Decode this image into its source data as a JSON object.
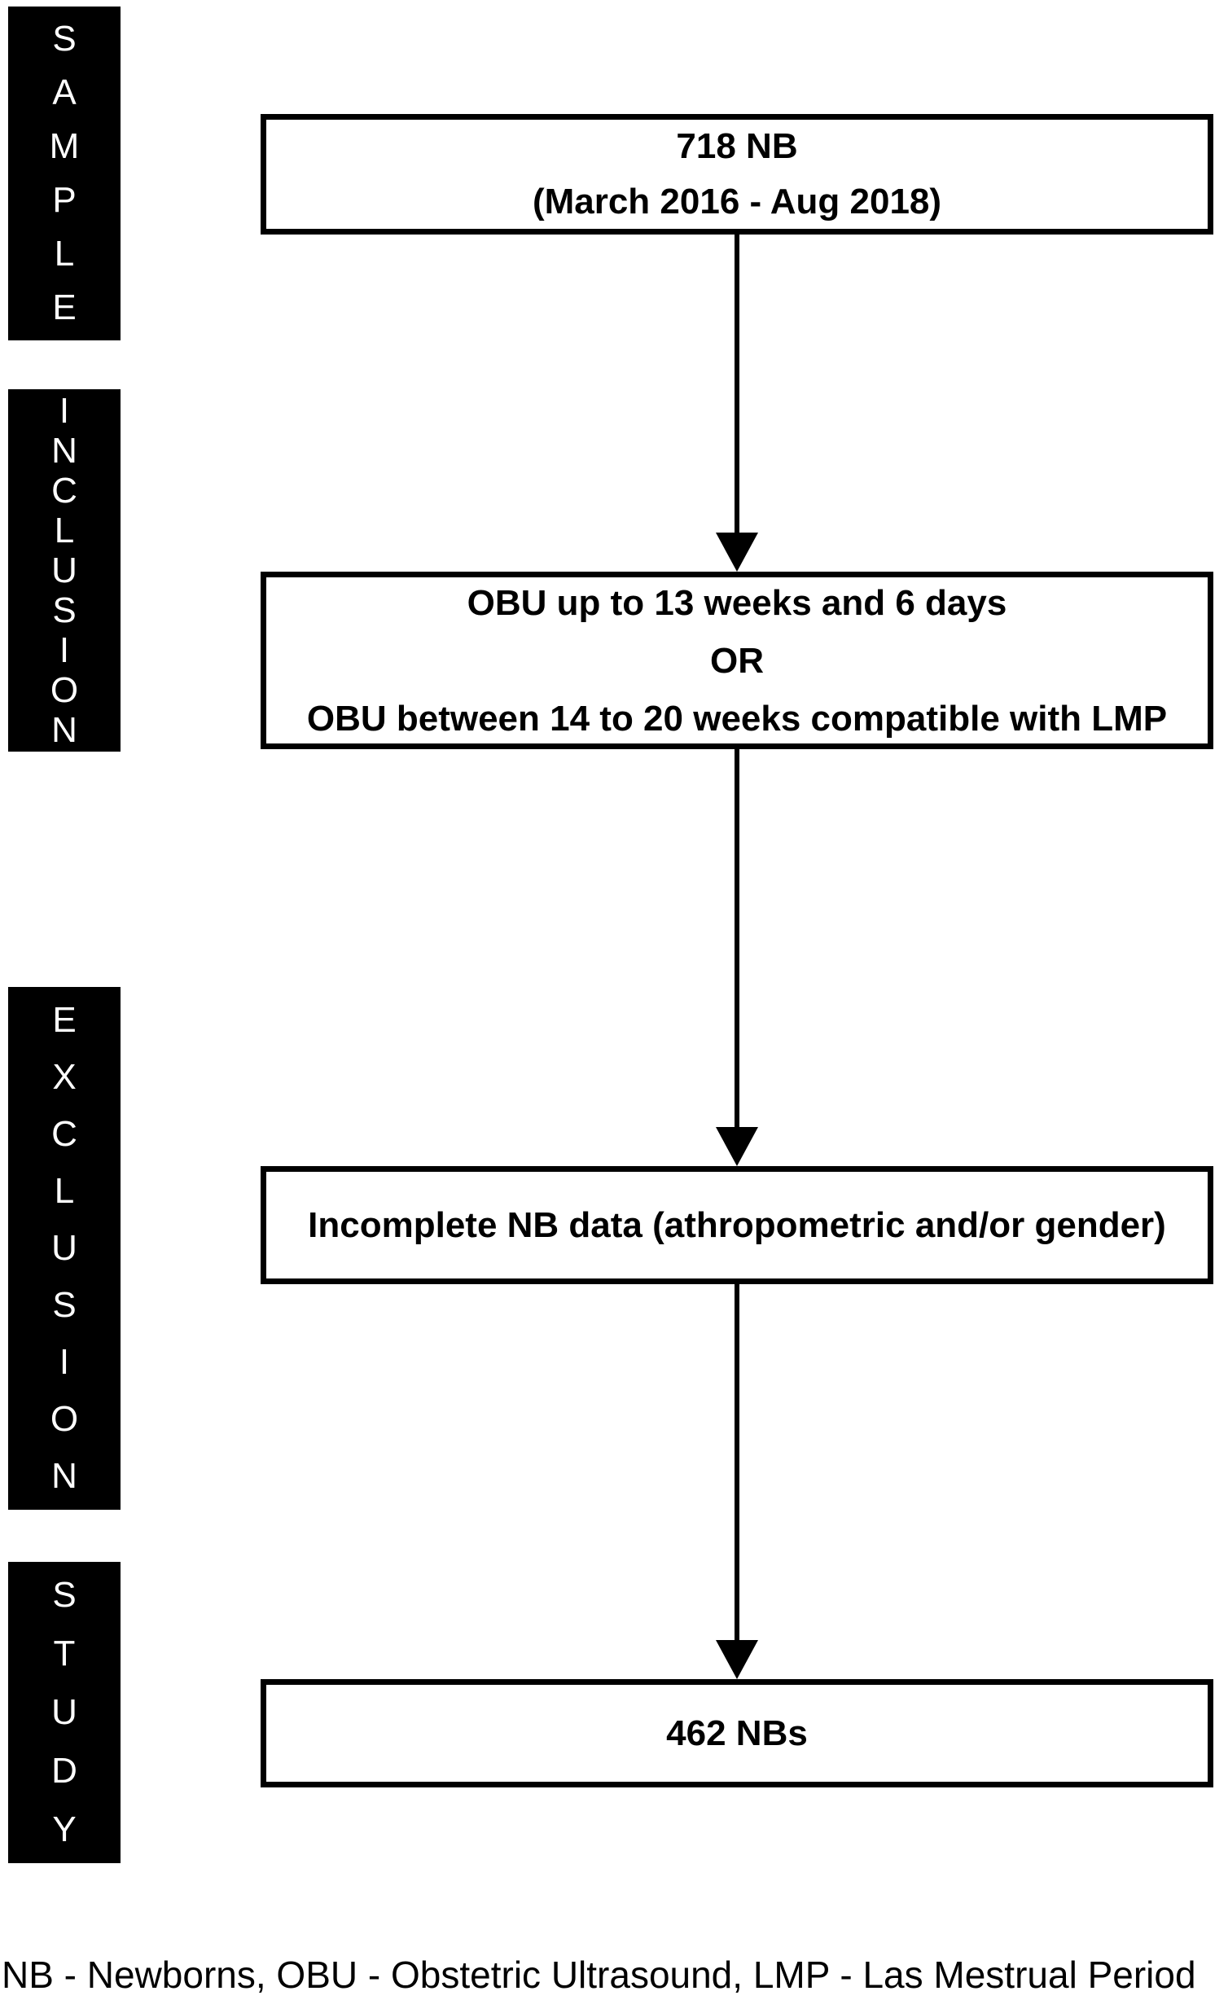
{
  "stages": [
    {
      "name": "sample",
      "letters": [
        "S",
        "A",
        "M",
        "P",
        "L",
        "E"
      ]
    },
    {
      "name": "inclusion",
      "letters": [
        "I",
        "N",
        "C",
        "L",
        "U",
        "S",
        "I",
        "O",
        "N"
      ]
    },
    {
      "name": "exclusion",
      "letters": [
        "E",
        "X",
        "C",
        "L",
        "U",
        "S",
        "I",
        "O",
        "N"
      ]
    },
    {
      "name": "study",
      "letters": [
        "S",
        "T",
        "U",
        "D",
        "Y"
      ]
    }
  ],
  "boxes": [
    {
      "name": "initial-sample",
      "lines": [
        "718 NB",
        "(March 2016 - Aug 2018)"
      ]
    },
    {
      "name": "inclusion-criteria",
      "lines": [
        "OBU up to 13 weeks and 6 days",
        "OR",
        "OBU between 14 to 20 weeks compatible with LMP"
      ]
    },
    {
      "name": "exclusion-criteria",
      "lines": [
        "Incomplete NB data (athropometric and/or gender)"
      ]
    },
    {
      "name": "final-sample",
      "lines": [
        "462 NBs"
      ]
    }
  ],
  "footer": "NB - Newborns, OBU - Obstetric Ultrasound, LMP - Las Mestrual Period",
  "colors": {
    "background": "#ffffff",
    "bar_bg": "#000000",
    "bar_text": "#ffffff",
    "box_border": "#000000",
    "text": "#000000"
  }
}
